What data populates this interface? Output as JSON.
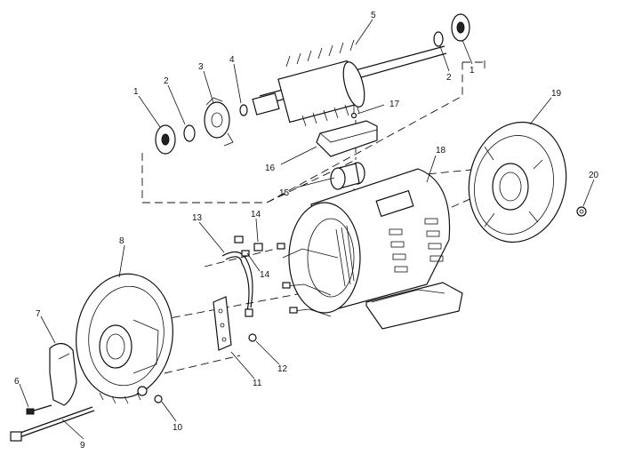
{
  "callouts": [
    "1",
    "2",
    "3",
    "4",
    "5",
    "2",
    "1",
    "17",
    "16",
    "15",
    "18",
    "19",
    "20",
    "13",
    "14",
    "14",
    "8",
    "7",
    "6",
    "9",
    "10",
    "11",
    "12"
  ]
}
